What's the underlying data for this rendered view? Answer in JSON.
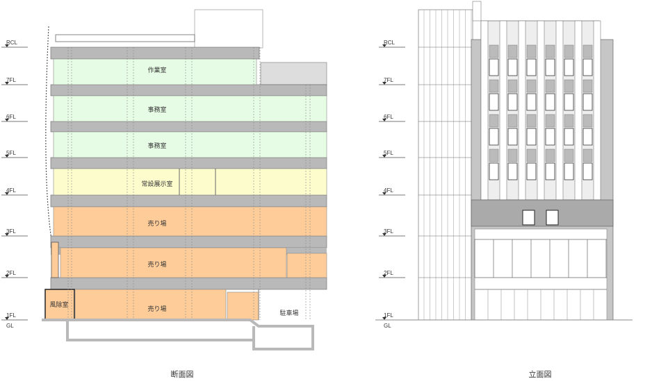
{
  "section": {
    "caption": "断面図",
    "levels": [
      "RCL",
      "7FL",
      "6FL",
      "5FL",
      "4FL",
      "3FL",
      "2FL",
      "1FL",
      "GL"
    ],
    "rooms": {
      "f7": "作業室",
      "f6": "事務室",
      "f5": "事務室",
      "f4": "常設展示室",
      "f3": "売り場",
      "f2": "売り場",
      "f1": "売り場",
      "windbreak": "風除室",
      "parking": "駐車場"
    }
  },
  "elevation": {
    "caption": "立面図",
    "levels": [
      "RCL",
      "7FL",
      "6FL",
      "5FL",
      "4FL",
      "3FL",
      "2FL",
      "1FL",
      "GL"
    ]
  },
  "colors": {
    "office": "#e6fce4",
    "exhibit": "#fdfccc",
    "sales": "#fecc99",
    "slab": "#b9b9b9",
    "line": "#666666"
  }
}
